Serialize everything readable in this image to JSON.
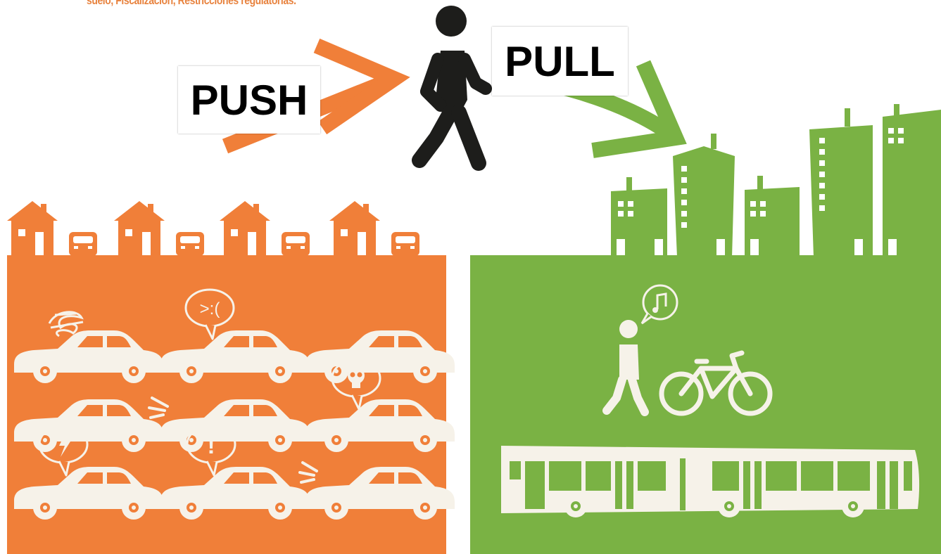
{
  "caption": "suelo, Fiscalización, Restricciones regulatorias.",
  "labels": {
    "push": "PUSH",
    "pull": "PULL"
  },
  "speech_bubbles": {
    "angry_face": ">:(",
    "alert": "!"
  },
  "colors": {
    "push_orange": "#f07f39",
    "pull_green": "#7ab244",
    "pictogram_cream": "#f6f2e9",
    "walker_black": "#1d1d1b"
  },
  "icons": [
    "walking-person-icon",
    "house-icon",
    "car-icon",
    "skyscraper-icon",
    "bicycle-icon",
    "bus-icon",
    "skull-icon",
    "lightning-icon",
    "music-note-icon"
  ]
}
